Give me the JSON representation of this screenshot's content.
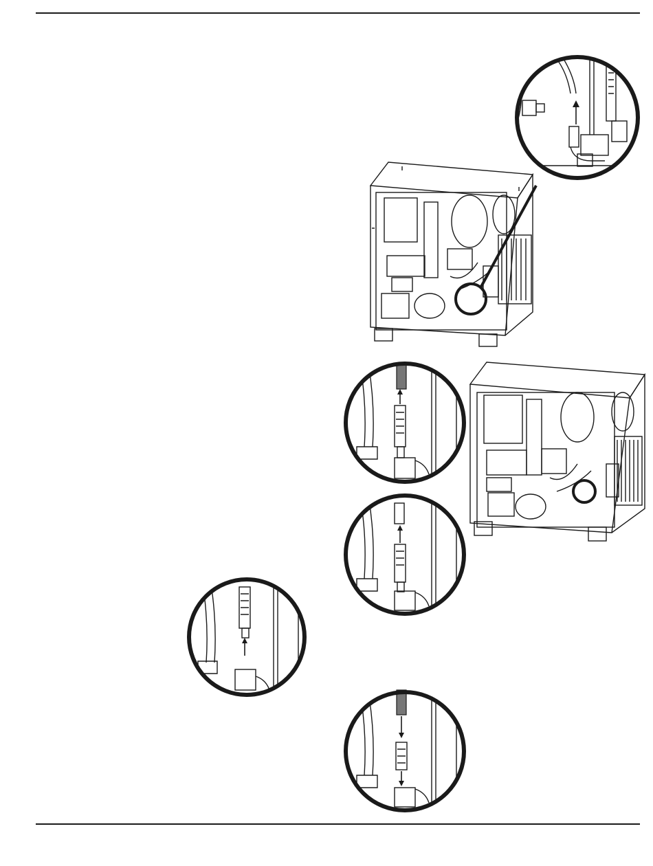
{
  "page": {
    "header_rule": true,
    "footer_rule": true
  },
  "figures": [
    {
      "id": "cabinet-1",
      "icon": "machine-cabinet-drawing"
    },
    {
      "id": "detail-circle-1",
      "icon": "fitting-detail-arrow-up"
    },
    {
      "id": "cabinet-2",
      "icon": "machine-cabinet-drawing"
    },
    {
      "id": "detail-circle-2",
      "icon": "hose-removal-arrow-up"
    },
    {
      "id": "detail-circle-3",
      "icon": "fitting-removal-arrow-up"
    },
    {
      "id": "detail-circle-4",
      "icon": "fitting-lift-arrow-up"
    },
    {
      "id": "detail-circle-5",
      "icon": "fitting-install-arrow-down"
    }
  ],
  "colors": {
    "line": "#1a1a1a",
    "paper": "#ffffff",
    "hose": "#777777"
  }
}
